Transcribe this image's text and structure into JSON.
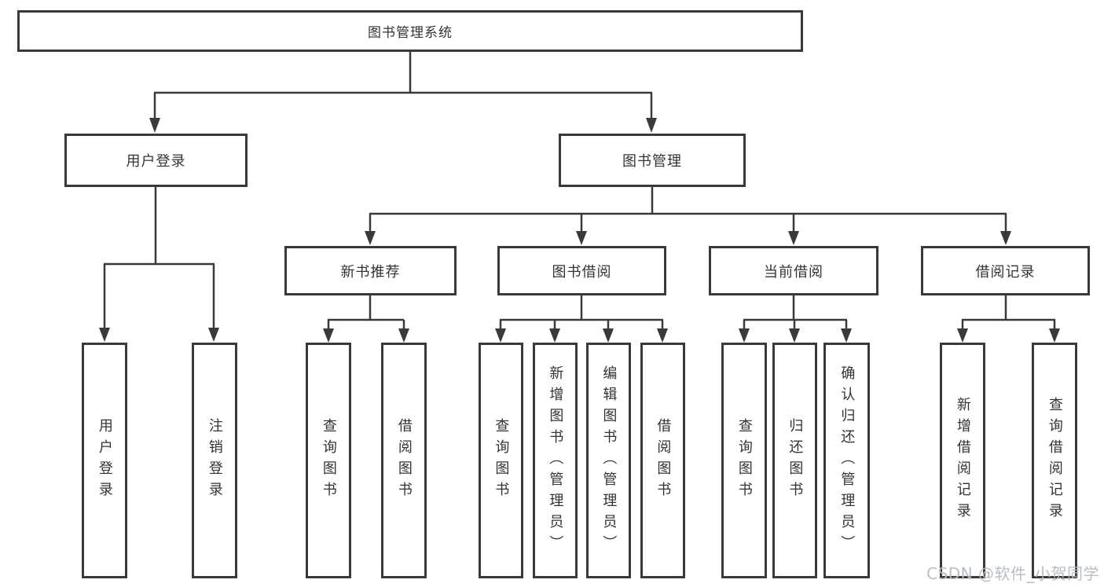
{
  "diagram": {
    "tree": {
      "root": {
        "label": "图书管理系统"
      },
      "branches": [
        {
          "label": "用户登录",
          "leaves": [
            {
              "label": "用户登录"
            },
            {
              "label": "注销登录"
            }
          ]
        },
        {
          "label": "图书管理",
          "groups": [
            {
              "label": "新书推荐",
              "leaves": [
                {
                  "label": "查询图书"
                },
                {
                  "label": "借阅图书"
                }
              ]
            },
            {
              "label": "图书借阅",
              "leaves": [
                {
                  "label": "查询图书"
                },
                {
                  "label": "新增图书（管理员）"
                },
                {
                  "label": "编辑图书（管理员）"
                },
                {
                  "label": "借阅图书"
                }
              ]
            },
            {
              "label": "当前借阅",
              "leaves": [
                {
                  "label": "查询图书"
                },
                {
                  "label": "归还图书"
                },
                {
                  "label": "确认归还（管理员）"
                }
              ]
            },
            {
              "label": "借阅记录",
              "leaves": [
                {
                  "label": "新增借阅记录"
                },
                {
                  "label": "查询借阅记录"
                }
              ]
            }
          ]
        }
      ]
    },
    "colors": {
      "line": "#3a3a3a",
      "text": "#333333",
      "box_fill": "#ffffff",
      "watermark": "#b5bac1"
    }
  },
  "watermark": {
    "text": "CSDN @软件_小贺同学"
  }
}
